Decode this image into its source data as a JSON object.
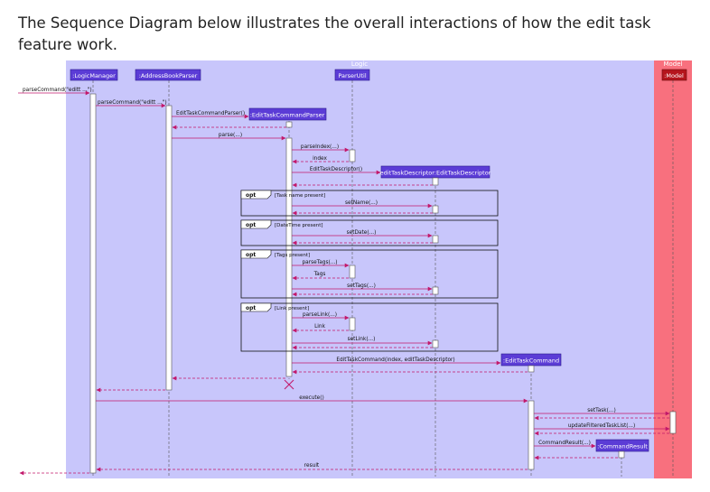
{
  "intro": "The Sequence Diagram below illustrates the overall interactions of how the edit task feature work.",
  "diagram": {
    "frames": {
      "logic": "Logic",
      "model": "Model"
    },
    "participants": {
      "logic_manager": ":LogicManager",
      "address_book_parser": ":AddressBookParser",
      "parser_util": "ParserUtil",
      "model": ":Model",
      "edit_task_command_parser": ":EditTaskCommandParser",
      "edit_task_descriptor": "editTaskDescriptor:EditTaskDescriptor",
      "edit_task_command": ":EditTaskCommand",
      "command_result": ":CommandResult"
    },
    "messages": {
      "parse_command_outer": "parseCommand(\"editt ...\")",
      "parse_command_inner": "parseCommand(\"editt ...\")",
      "create_parser": "EditTaskCommandParser()",
      "parse": "parse(...)",
      "parse_index": "parseIndex(...)",
      "index_return": "index",
      "create_descriptor": "EditTaskDescriptor()",
      "set_name": "setName(...)",
      "set_date": "setDate(...)",
      "parse_tags": "parseTags(...)",
      "tags_return": "Tags",
      "set_tags": "setTags(...)",
      "parse_link": "parseLink(...)",
      "link_return": "Link",
      "set_link": "setLink(...)",
      "create_command": "EditTaskCommand(index, editTaskDescriptor)",
      "execute": "execute()",
      "set_task": "setTask(...)",
      "update_filtered": "updateFilteredTaskList(...)",
      "create_result": "CommandResult(...)",
      "result_return": "result"
    },
    "fragments": {
      "operator": "opt",
      "guard_name": "[Task name present]",
      "guard_date": "[DateTime present]",
      "guard_tags": "[Tags present]",
      "guard_link": "[Link present]"
    },
    "colors": {
      "logic_frame": "#c8c6fb",
      "model_frame": "#f8707e",
      "participant_box": "#5b3cd6",
      "model_box": "#b5151c",
      "message_line": "#c2186b"
    }
  }
}
